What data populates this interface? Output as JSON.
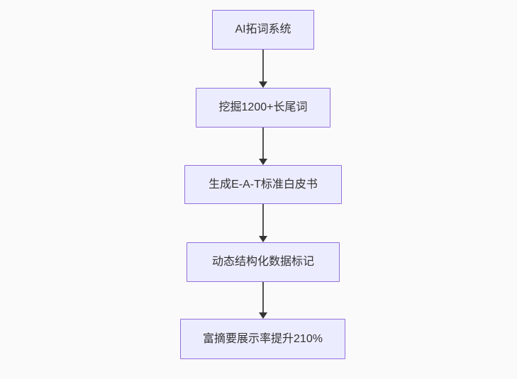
{
  "flowchart": {
    "type": "flowchart",
    "direction": "top-down",
    "nodes": [
      {
        "id": "n1",
        "label": "AI拓词系统"
      },
      {
        "id": "n2",
        "label": "挖掘1200+长尾词"
      },
      {
        "id": "n3",
        "label": "生成E-A-T标准白皮书"
      },
      {
        "id": "n4",
        "label": "动态结构化数据标记"
      },
      {
        "id": "n5",
        "label": "富摘要展示率提升210%"
      }
    ],
    "edges": [
      {
        "from": "n1",
        "to": "n2"
      },
      {
        "from": "n2",
        "to": "n3"
      },
      {
        "from": "n3",
        "to": "n4"
      },
      {
        "from": "n4",
        "to": "n5"
      }
    ]
  },
  "theme": {
    "canvas_bg": "#fafafa",
    "node_fill": "#ECECFF",
    "node_border": "#9370DB",
    "node_text": "#333333",
    "arrow_color": "#333333"
  }
}
